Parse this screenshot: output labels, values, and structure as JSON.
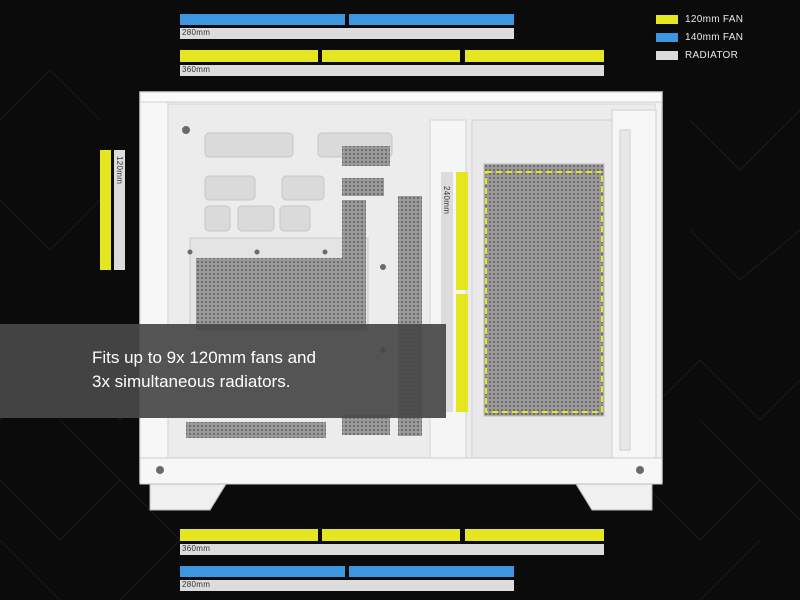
{
  "colors": {
    "fan_120": "#e6e620",
    "fan_140": "#3d96e0",
    "radiator": "#dcdcdc",
    "background": "#0b0b0b",
    "case_body": "#f1f1f1",
    "mesh": "#8e8e8e"
  },
  "legend": [
    {
      "label": "120mm FAN",
      "color": "#e6e620"
    },
    {
      "label": "140mm FAN",
      "color": "#3d96e0"
    },
    {
      "label": "RADIATOR",
      "color": "#dcdcdc"
    }
  ],
  "top_mounts": {
    "fan_140_count": 2,
    "radiator_280_label": "280mm",
    "fan_120_count": 3,
    "radiator_360_label": "360mm"
  },
  "bottom_mounts": {
    "fan_120_count": 3,
    "radiator_360_label": "360mm",
    "fan_140_count": 2,
    "radiator_280_label": "280mm"
  },
  "side_mount": {
    "fan_120_count": 1,
    "radiator_label": "120mm"
  },
  "rear_mount": {
    "fan_120_count": 2,
    "radiator_label": "240mm"
  },
  "callout": {
    "text": "Fits up to 9x 120mm fans and\n3x simultaneous radiators."
  }
}
